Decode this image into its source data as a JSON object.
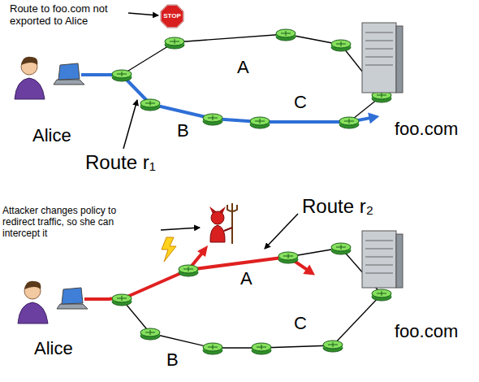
{
  "diagram": {
    "nodes": [
      {
        "text": [
          "Alice"
        ]
      },
      {
        "text": [
          "A"
        ]
      },
      {
        "text": [
          "B"
        ]
      },
      {
        "text": [
          "C"
        ]
      },
      {
        "text": [
          "foo.com"
        ]
      },
      {
        "text": [
          "Alice"
        ]
      },
      {
        "text": [
          "A"
        ]
      },
      {
        "text": [
          "B"
        ]
      },
      {
        "text": [
          "C"
        ]
      },
      {
        "text": [
          "foo.com"
        ]
      }
    ],
    "edges": [
      {
        "from": 0,
        "to": 4,
        "arrow": "to"
      },
      {
        "from": 5,
        "to": 9,
        "arrow": "to"
      }
    ],
    "labels": [
      "Route to foo.com not exported to Alice",
      "STOP",
      "Route r₁",
      "Attacker changes policy to redirect traffic, so she can intercept it",
      "Route r₂"
    ]
  }
}
